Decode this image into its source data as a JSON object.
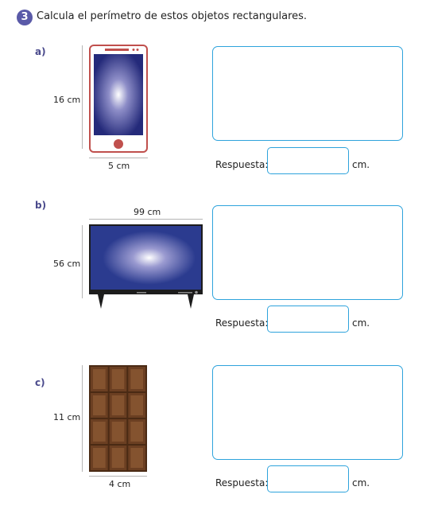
{
  "question": {
    "number": "3",
    "instruction": "Calcula el perímetro de estos objetos rectangulares."
  },
  "items": [
    {
      "label": "a)",
      "height": "16 cm",
      "width": "5 cm",
      "answer_label": "Respuesta:",
      "unit": "cm."
    },
    {
      "label": "b)",
      "height": "56 cm",
      "width": "99 cm",
      "answer_label": "Respuesta:",
      "unit": "cm."
    },
    {
      "label": "c)",
      "height": "11 cm",
      "width": "4 cm",
      "answer_label": "Respuesta:",
      "unit": "cm."
    }
  ],
  "colors": {
    "accent": "#2ea3dc",
    "badge": "#5a5aa8",
    "phone": "#c0504d",
    "tv_screen": "#2b3b8f",
    "chocolate": "#6b3f22"
  }
}
